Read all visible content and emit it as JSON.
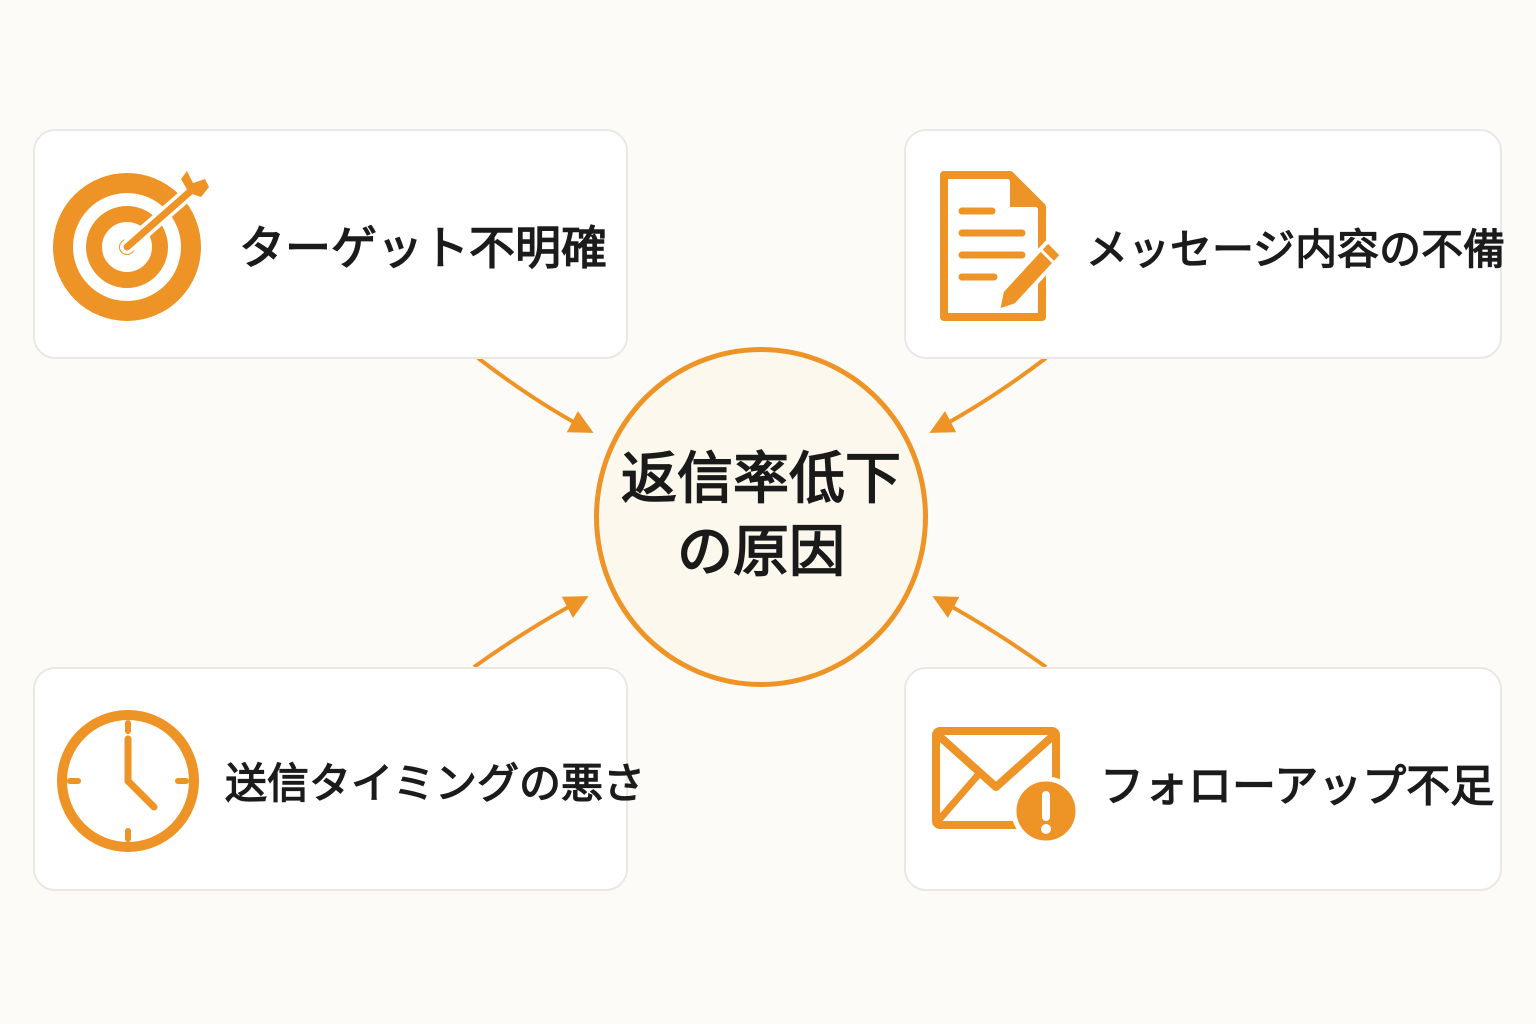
{
  "center": {
    "line1": "返信率低下",
    "line2": "の原因"
  },
  "causes": [
    {
      "label": "ターゲット不明確",
      "icon": "target-icon"
    },
    {
      "label": "メッセージ内容の不備",
      "icon": "document-edit-icon"
    },
    {
      "label": "送信タイミングの悪さ",
      "icon": "clock-icon"
    },
    {
      "label": "フォローアップ不足",
      "icon": "mail-alert-icon"
    }
  ],
  "colors": {
    "accent": "#ee9325",
    "background": "#fcfbf8",
    "card": "#ffffff",
    "center_fill": "#fcf8ee",
    "text": "#1b1b1b"
  }
}
